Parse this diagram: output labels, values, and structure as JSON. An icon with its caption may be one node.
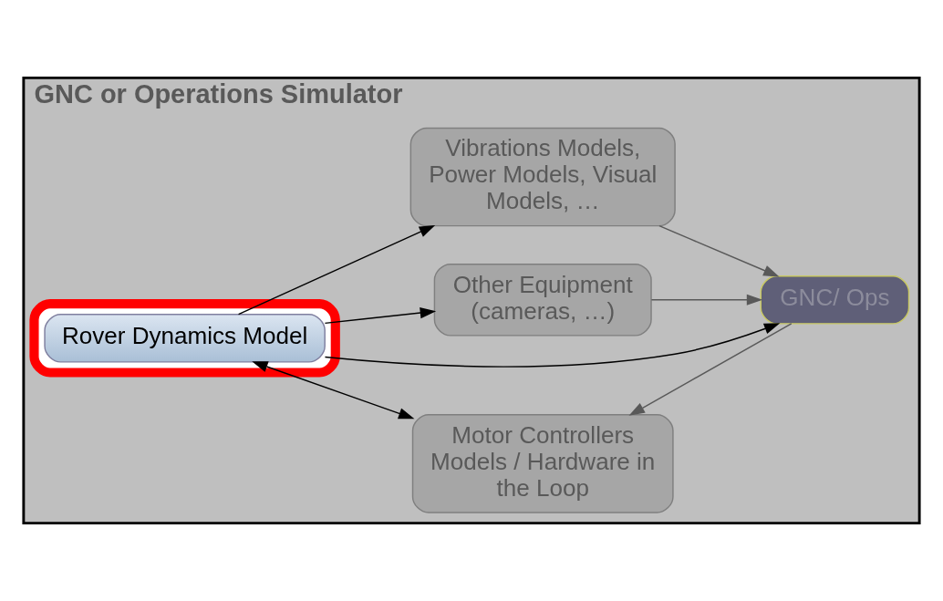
{
  "diagram": {
    "nodes": [
      {
        "text": [
          "GNC or Operations Simulator"
        ]
      },
      {
        "text": [
          "Motor Controllers Models / Hardware in the Loop"
        ],
        "in": 0
      },
      {
        "text": [],
        "shape": "ellipse",
        "in": 0
      },
      {
        "text": [
          "Rover Dynamics Model"
        ],
        "in": 2
      },
      {
        "text": [
          "GNC/ Ops"
        ],
        "in": 0
      },
      {
        "text": [
          "Other Equipment (cameras, …)"
        ],
        "in": 0
      },
      {
        "text": [
          "Vibrations Models, Power Models, Visual Models, …"
        ],
        "in": 0
      }
    ],
    "edges": [
      {
        "from": 3,
        "to": 1,
        "arrow": "both"
      },
      {
        "from": 3,
        "to": 4,
        "arrow": "to"
      },
      {
        "from": 3,
        "to": 5,
        "arrow": "to"
      },
      {
        "from": 3,
        "to": 6,
        "arrow": "to"
      },
      {
        "from": 4,
        "to": 1,
        "arrow": "to",
        "color": "#595959"
      },
      {
        "from": 5,
        "to": 4,
        "arrow": "to",
        "color": "#595959"
      },
      {
        "from": 6,
        "to": 4,
        "arrow": "to",
        "color": "#595959"
      }
    ]
  }
}
